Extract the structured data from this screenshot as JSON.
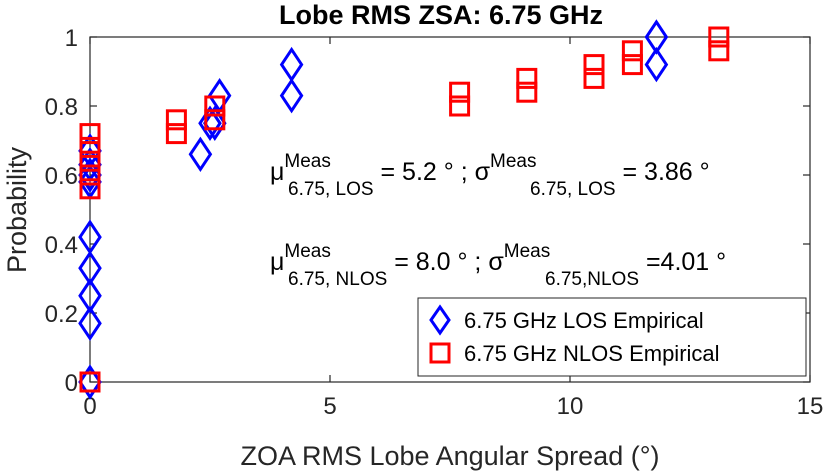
{
  "chart_data": {
    "type": "scatter",
    "title": "Lobe RMS ZSA: 6.75 GHz",
    "xlabel": "ZOA RMS Lobe Angular Spread (°)",
    "ylabel": "Probability",
    "xlim": [
      0,
      15
    ],
    "ylim": [
      0,
      1
    ],
    "xticks": [
      0,
      5,
      10,
      15
    ],
    "yticks": [
      0,
      0.2,
      0.4,
      0.6,
      0.8,
      1
    ],
    "xtick_labels": [
      "0",
      "5",
      "10",
      "15"
    ],
    "ytick_labels": [
      "0",
      "0.2",
      "0.4",
      "0.6",
      "0.8",
      "1"
    ],
    "grid": false,
    "legend_position": "bottom-right",
    "series": [
      {
        "name": "6.75 GHz LOS Empirical",
        "marker": "diamond",
        "color": "#0000ff",
        "x": [
          0,
          0,
          0,
          0,
          0,
          0,
          0,
          0,
          0,
          2.3,
          2.5,
          2.6,
          2.7,
          4.2,
          4.2,
          11.8,
          11.8
        ],
        "y": [
          0,
          0.17,
          0.25,
          0.33,
          0.42,
          0.58,
          0.6,
          0.63,
          0.67,
          0.66,
          0.75,
          0.75,
          0.83,
          0.83,
          0.92,
          0.92,
          1.0
        ]
      },
      {
        "name": "6.75 GHz NLOS Empirical",
        "marker": "square",
        "color": "#ff0000",
        "x": [
          0,
          0,
          0,
          0,
          0,
          0,
          1.8,
          1.8,
          2.6,
          2.6,
          7.7,
          7.7,
          9.1,
          9.1,
          10.5,
          10.5,
          11.3,
          11.3,
          13.1,
          13.1
        ],
        "y": [
          0,
          0.56,
          0.6,
          0.64,
          0.68,
          0.72,
          0.72,
          0.76,
          0.76,
          0.8,
          0.8,
          0.84,
          0.84,
          0.88,
          0.88,
          0.92,
          0.92,
          0.96,
          0.96,
          1.0
        ]
      }
    ],
    "annotations": [
      {
        "sym1": "μ",
        "sup1": "Meas",
        "sub1": "6.75, LOS",
        "mid": " = 5.2 ° ; ",
        "sym2": "σ",
        "sup2": "Meas",
        "sub2": "6.75, LOS",
        "end": " = 3.86 °"
      },
      {
        "sym1": "μ",
        "sup1": "Meas",
        "sub1": "6.75, NLOS",
        "mid": " = 8.0 ° ; ",
        "sym2": "σ",
        "sup2": "Meas",
        "sub2": "6.75,NLOS",
        "end": " =4.01 °"
      }
    ]
  }
}
